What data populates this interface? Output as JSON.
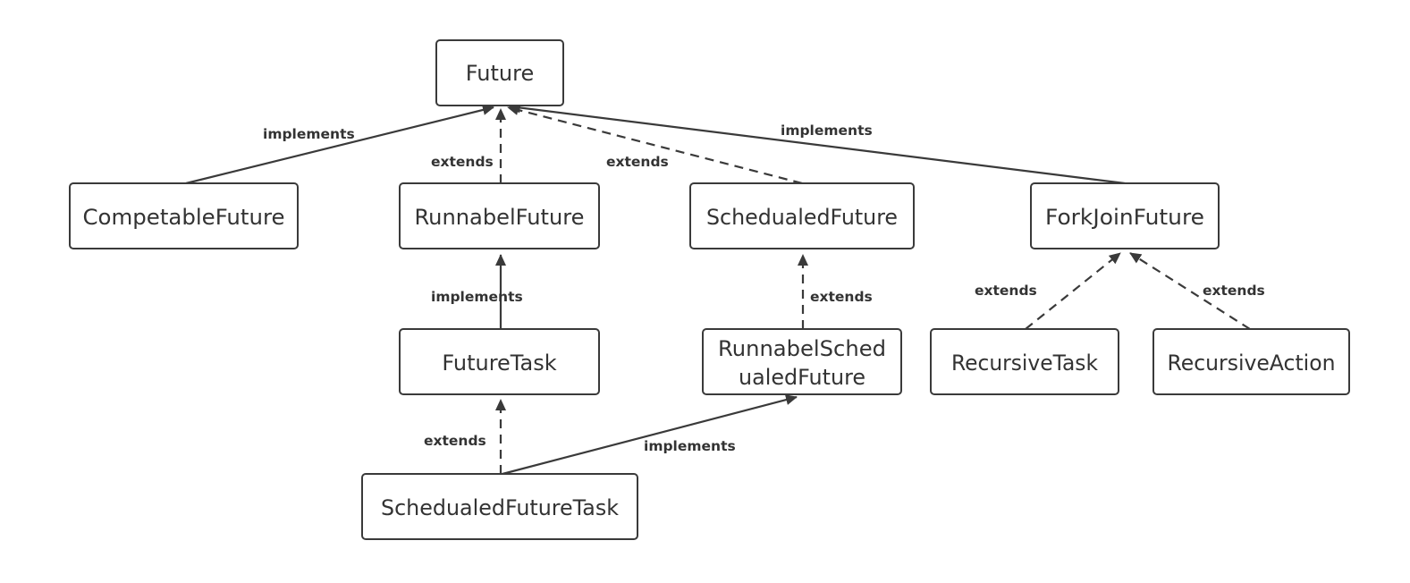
{
  "nodes": {
    "future": "Future",
    "competable_future": "CompetableFuture",
    "runnabel_future": "RunnabelFuture",
    "schedualed_future": "SchedualedFuture",
    "forkjoin_future": "ForkJoinFuture",
    "future_task": "FutureTask",
    "runnabel_schedualed_future_line1": "RunnabelSched",
    "runnabel_schedualed_future_line2": "ualedFuture",
    "recursive_task": "RecursiveTask",
    "recursive_action": "RecursiveAction",
    "schedualed_future_task": "SchedualedFutureTask"
  },
  "edges": {
    "competable_to_future": "implements",
    "runnabel_to_future": "extends",
    "schedualed_to_future": "extends",
    "forkjoin_to_future": "implements",
    "futuretask_to_runnabel": "implements",
    "runnabelsched_to_schedualed": "extends",
    "recursivetask_to_forkjoin": "extends",
    "recursiveaction_to_forkjoin": "extends",
    "sft_to_futuretask": "extends",
    "sft_to_runnabelsched": "implements"
  },
  "colors": {
    "stroke": "#3a3a3a",
    "text": "#333333",
    "background": "#ffffff"
  }
}
